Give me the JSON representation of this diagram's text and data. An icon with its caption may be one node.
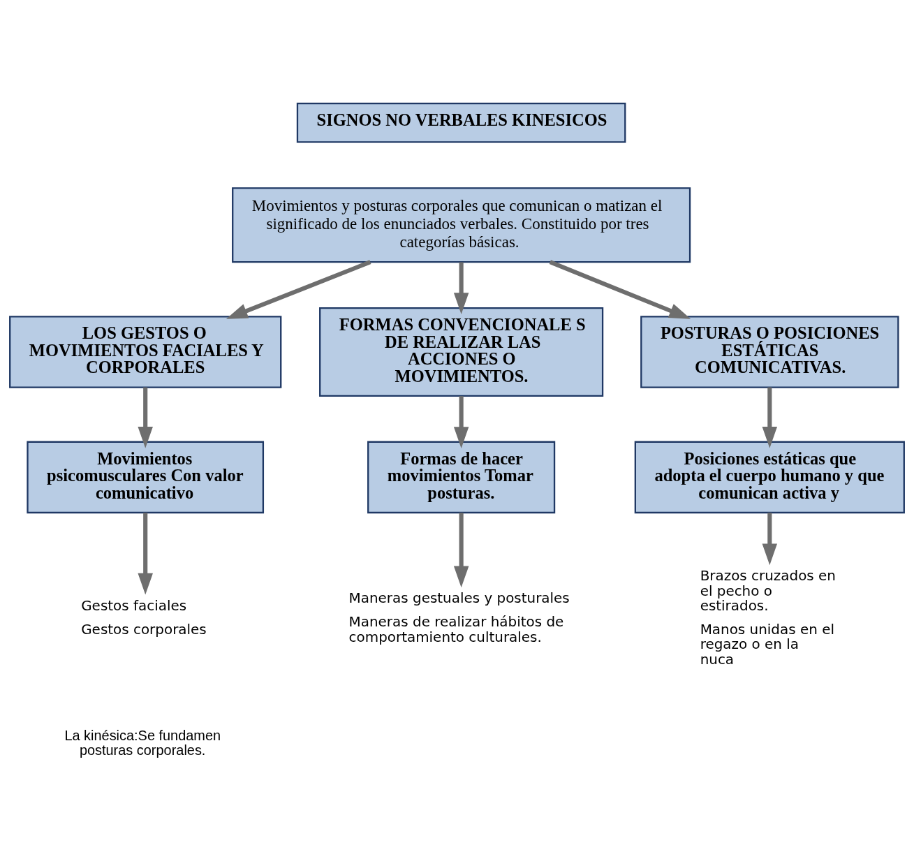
{
  "diagram": {
    "nodes": [
      {
        "text": [
          "SIGNOS NO VERBALES KINESICOS"
        ]
      },
      {
        "text": [
          "Movimientos y posturas corporales que comunican o matizan el significado de los enunciados verbales. Constituido por tres categorías básicas."
        ]
      },
      {
        "text": [
          "LOS GESTOS O MOVIMIENTOS FACIALES Y CORPORALES"
        ]
      },
      {
        "text": [
          "FORMAS CONVENCIONALE S DE REALIZAR LAS ACCIONES O MOVIMIENTOS."
        ]
      },
      {
        "text": [
          "POSTURAS O POSICIONES ESTÁTICAS COMUNICATIVAS."
        ]
      },
      {
        "text": [
          "Movimientos psicomusculares Con valor comunicativo"
        ]
      },
      {
        "text": [
          "Formas de hacer movimientos Tomar posturas."
        ]
      },
      {
        "text": [
          "Posiciones estáticas que adopta el cuerpo humano y que comunican activa y"
        ]
      },
      {
        "text": [
          "Gestos faciales",
          "Gestos corporales"
        ]
      },
      {
        "text": [
          "Maneras gestuales y posturales",
          "Maneras de realizar hábitos de comportamiento culturales."
        ]
      },
      {
        "text": [
          "Brazos cruzados en el pecho o estirados.",
          "Manos unidas en el regazo o en la nuca"
        ]
      }
    ],
    "edges": [
      {
        "from": 1,
        "to": 2,
        "arrow": "to"
      },
      {
        "from": 1,
        "to": 3,
        "arrow": "to"
      },
      {
        "from": 1,
        "to": 4,
        "arrow": "to"
      },
      {
        "from": 2,
        "to": 5,
        "arrow": "to"
      },
      {
        "from": 3,
        "to": 6,
        "arrow": "to"
      },
      {
        "from": 4,
        "to": 7,
        "arrow": "to"
      },
      {
        "from": 5,
        "to": 8,
        "arrow": "to"
      },
      {
        "from": 6,
        "to": 9,
        "arrow": "to"
      },
      {
        "from": 7,
        "to": 10,
        "arrow": "to"
      }
    ],
    "labels": [
      "La kinésica:Se fundamen posturas corporales."
    ]
  }
}
